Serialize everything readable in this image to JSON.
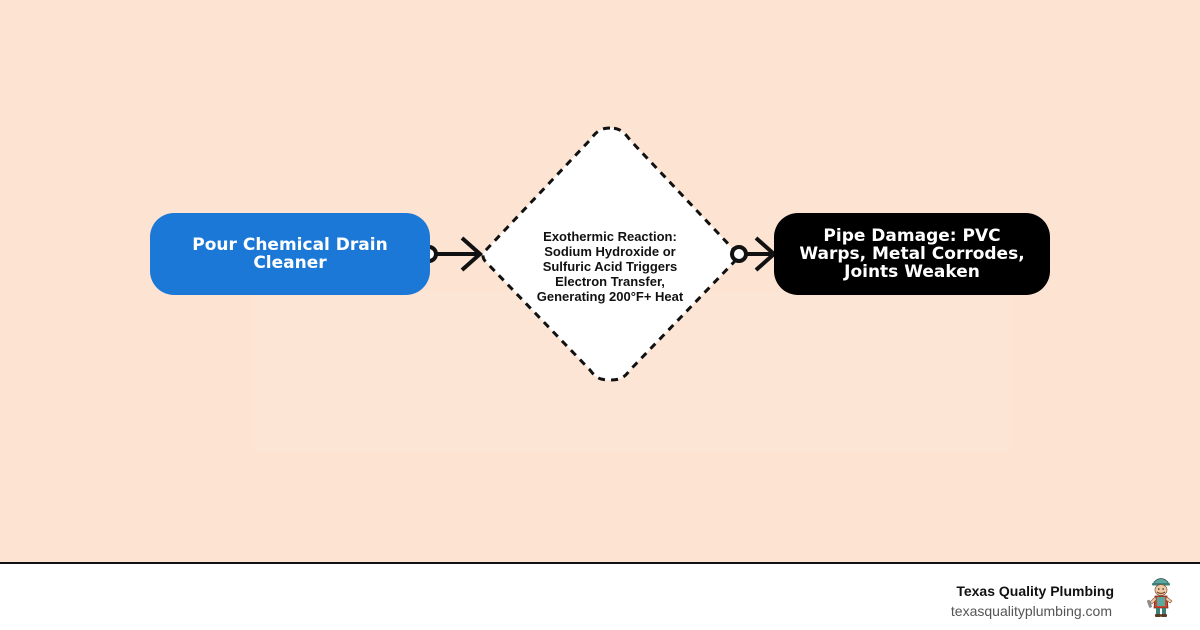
{
  "diagram": {
    "nodes": [
      {
        "id": "start",
        "shape": "rounded-rectangle",
        "label": "Pour Chemical Drain Cleaner",
        "fill": "#1c78d6",
        "text_color": "#ffffff"
      },
      {
        "id": "reaction",
        "shape": "diamond",
        "border": "dashed",
        "label_lines": [
          "Exothermic Reaction:",
          "Sodium Hydroxide or",
          "Sulfuric Acid Triggers",
          "Electron Transfer,",
          "Generating 200°F+ Heat"
        ],
        "fill": "#ffffff",
        "text_color": "#111111"
      },
      {
        "id": "end",
        "shape": "rounded-rectangle",
        "label": "Pipe Damage: PVC Warps, Metal Corrodes, Joints Weaken",
        "fill": "#000000",
        "text_color": "#ffffff"
      }
    ],
    "edges": [
      {
        "from": "start",
        "to": "reaction",
        "style": "circle-tail-arrow"
      },
      {
        "from": "reaction",
        "to": "end",
        "style": "circle-tail-arrow"
      }
    ],
    "background": "#fde3d2"
  },
  "footer": {
    "brand_name": "Texas Quality Plumbing",
    "brand_url": "texasqualityplumbing.com",
    "mascot_icon": "plumber-mascot-icon"
  }
}
